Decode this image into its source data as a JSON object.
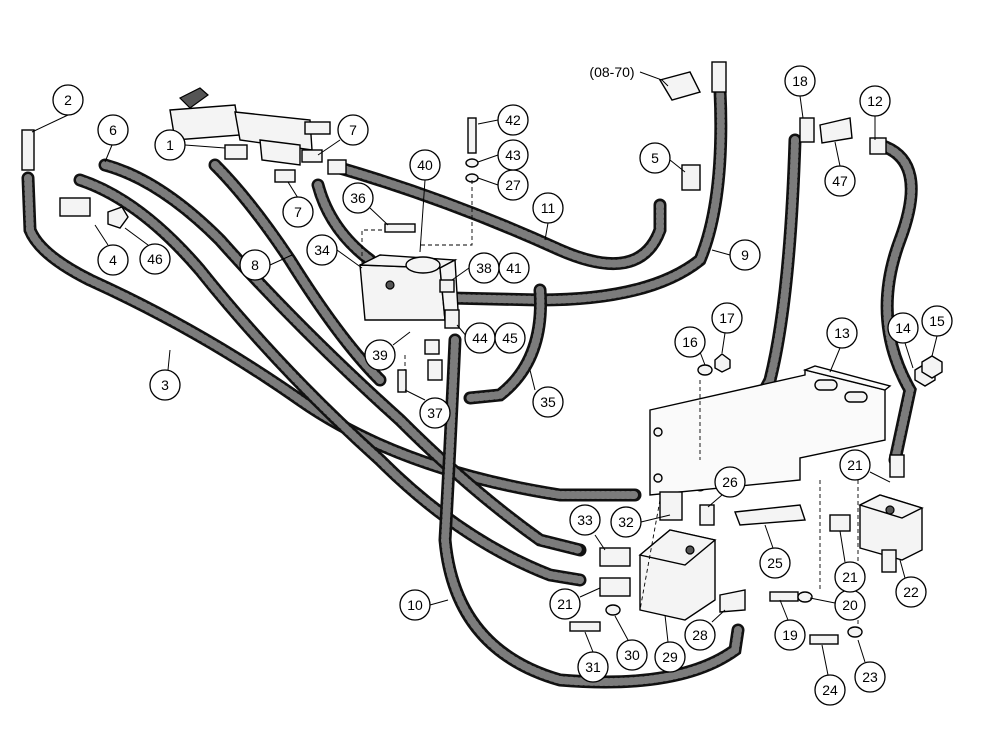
{
  "reference_label": "(08-70)",
  "callouts": [
    "1",
    "2",
    "3",
    "4",
    "5",
    "6",
    "7",
    "7",
    "8",
    "9",
    "10",
    "11",
    "12",
    "13",
    "14",
    "15",
    "16",
    "17",
    "18",
    "19",
    "20",
    "21",
    "21",
    "21",
    "22",
    "23",
    "24",
    "25",
    "26",
    "27",
    "28",
    "29",
    "30",
    "31",
    "32",
    "33",
    "34",
    "35",
    "36",
    "37",
    "38",
    "39",
    "40",
    "41",
    "42",
    "43",
    "44",
    "45",
    "46",
    "47"
  ],
  "icons": [
    "hydraulic-hose",
    "control-valve",
    "mounting-bracket",
    "manifold-block",
    "fitting",
    "bolt",
    "washer",
    "nut"
  ]
}
